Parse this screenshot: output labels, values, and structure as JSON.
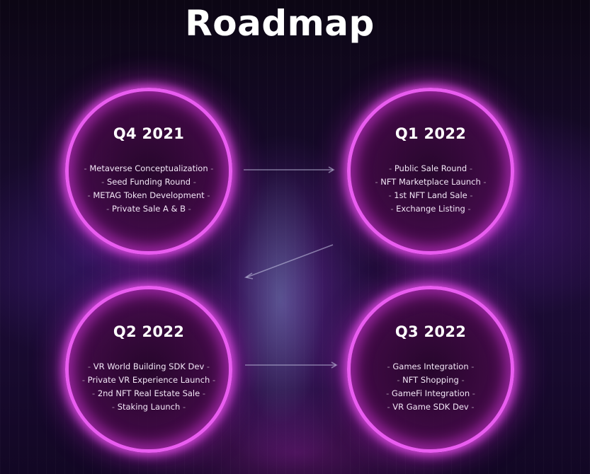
{
  "title": "Roadmap",
  "phases": [
    {
      "label": "Q4 2021",
      "items": [
        "Metaverse Conceptualization",
        "Seed Funding Round",
        "METAG Token Development",
        "Private Sale A & B"
      ]
    },
    {
      "label": "Q1 2022",
      "items": [
        "Public Sale Round",
        "NFT Marketplace Launch",
        "1st NFT Land Sale",
        "Exchange Listing"
      ]
    },
    {
      "label": "Q2 2022",
      "items": [
        "VR World Building SDK Dev",
        "Private VR Experience Launch",
        "2nd NFT Real Estate Sale",
        "Staking Launch"
      ]
    },
    {
      "label": "Q3 2022",
      "items": [
        "Games Integration",
        "NFT Shopping",
        "GameFi Integration",
        "VR Game SDK Dev"
      ]
    }
  ],
  "colors": {
    "ring": "#e95cf0",
    "background": "#160a2a",
    "text": "#ffffff"
  }
}
